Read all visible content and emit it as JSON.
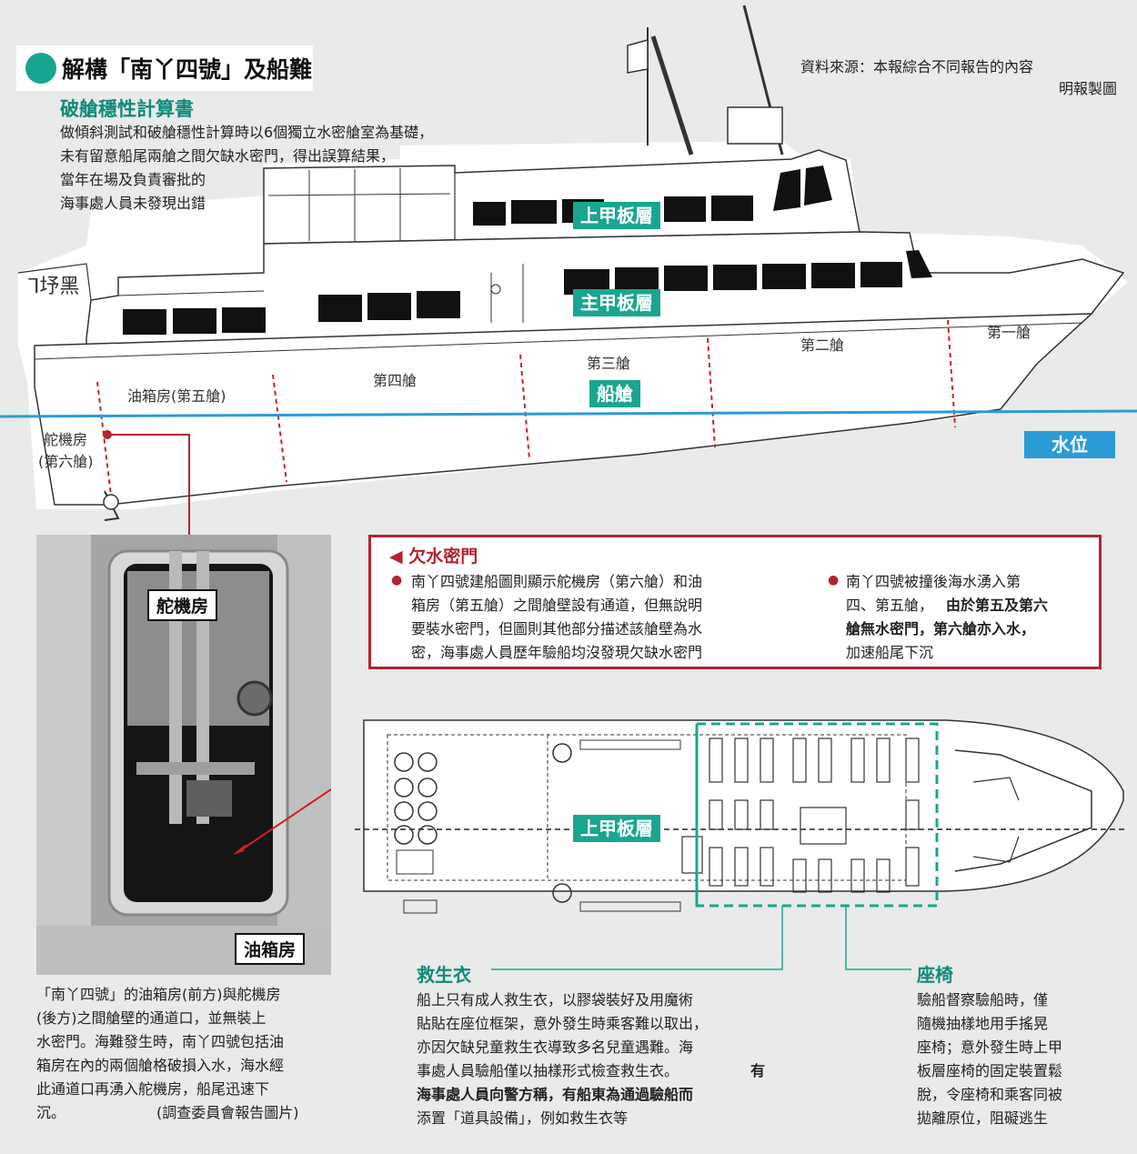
{
  "header": {
    "title": "解構「南丫四號」及船難",
    "source_line1": "資料來源：本報綜合不同報告的內容",
    "source_line2": "明報製圖"
  },
  "calc": {
    "title": "破艙穩性計算書",
    "lines": [
      "做傾斜測試和破艙穩性計算時以6個獨立水密艙室為基礎，",
      "未有留意船尾兩艙之間欠缺水密門，得出誤算結果，",
      "當年在場及負責審批的",
      "海事處人員未發現出錯"
    ]
  },
  "decks": {
    "upper": "上甲板層",
    "main": "主甲板層",
    "hold": "船艙",
    "water": "水位"
  },
  "compartments": {
    "c1": "第一艙",
    "c2": "第二艙",
    "c3": "第三艙",
    "c4": "第四艙",
    "c5": "油箱房(第五艙)",
    "c6_line1": "舵機房",
    "c6_line2": "(第六艙)"
  },
  "photo": {
    "label_top": "舵機房",
    "label_bottom": "油箱房",
    "caption": [
      "「南丫四號」的油箱房(前方)與舵機房",
      "(後方)之間艙壁的通道口，並無裝上",
      "水密門。海難發生時，南丫四號包括油",
      "箱房在內的兩個艙格破損入水，海水經",
      "此通道口再湧入舵機房，船尾迅速下",
      "沉。",
      "(調查委員會報告圖片)"
    ]
  },
  "gap": {
    "title": "◀ 欠水密門",
    "left": [
      "南丫四號建船圖則顯示舵機房（第六艙）和油",
      "箱房（第五艙）之間艙壁設有通道，但無說明",
      "要裝水密門，但圖則其他部分描述該艙壁為水",
      "密，海事處人員歷年驗船均沒發現欠缺水密門"
    ],
    "right": [
      "南丫四號被撞後海水湧入第",
      "四、第五艙，",
      "由於第五及第六",
      "艙無水密門，第六艙亦入水，",
      "加速船尾下沉"
    ]
  },
  "lifejacket": {
    "title": "救生衣",
    "lines": [
      "船上只有成人救生衣，以膠袋裝好及用魔術",
      "貼貼在座位框架，意外發生時乘客難以取出，",
      "亦因欠缺兒童救生衣導致多名兒童遇難。海",
      "事處人員驗船僅以抽樣形式檢查救生衣。",
      "有",
      "海事處人員向警方稱，有船東為通過驗船而",
      "添置「道具設備」，例如救生衣等"
    ]
  },
  "seat": {
    "title": "座椅",
    "lines": [
      "驗船督察驗船時，僅",
      "隨機抽樣地用手搖晃",
      "座椅；意外發生時上甲",
      "板層座椅的固定裝置鬆",
      "脫，令座椅和乘客同被",
      "拋離原位，阻礙逃生"
    ]
  },
  "colors": {
    "teal": "#19a691",
    "red": "#b3232f",
    "water_blue": "#2b9bd8"
  }
}
